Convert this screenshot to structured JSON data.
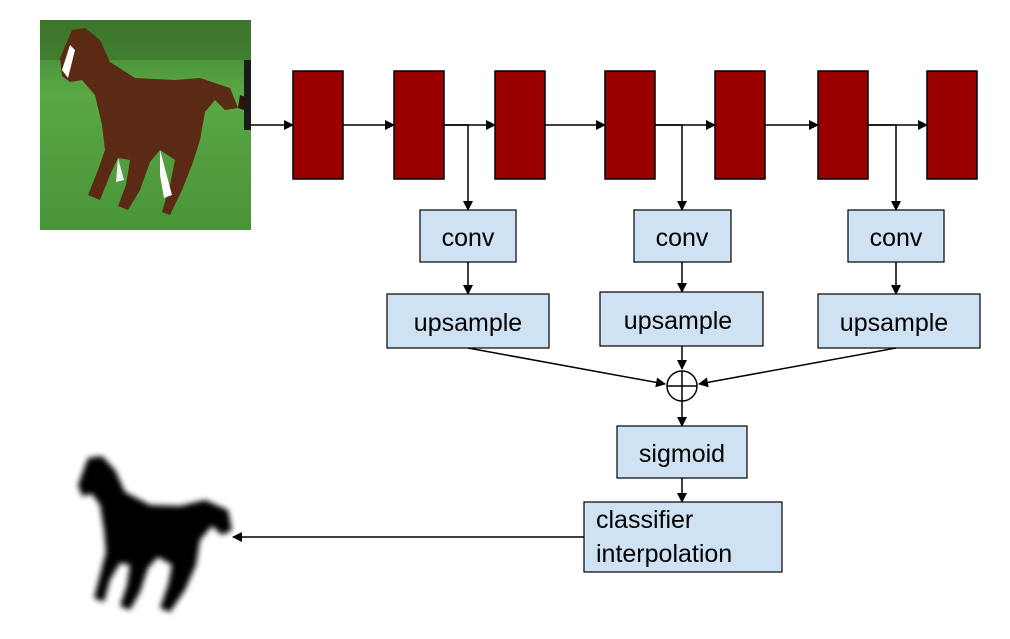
{
  "colors": {
    "layer_block": "#990000",
    "op_box_fill": "#cfe2f3",
    "op_box_stroke": "#000000",
    "arrow": "#000000",
    "grass": "#4f9a3c",
    "horse": "#5a2a14",
    "mask": "#000000"
  },
  "icons": {
    "input_image": "horse-photo-icon",
    "output_mask": "horse-silhouette-icon",
    "sum_node": "circle-plus-icon"
  },
  "nodes": {
    "conv_1": "conv",
    "conv_2": "conv",
    "conv_3": "conv",
    "upsample_1": "upsample",
    "upsample_2": "upsample",
    "upsample_3": "upsample",
    "sigmoid": "sigmoid",
    "classifier_line1": "classifier",
    "classifier_line2": "interpolation"
  }
}
